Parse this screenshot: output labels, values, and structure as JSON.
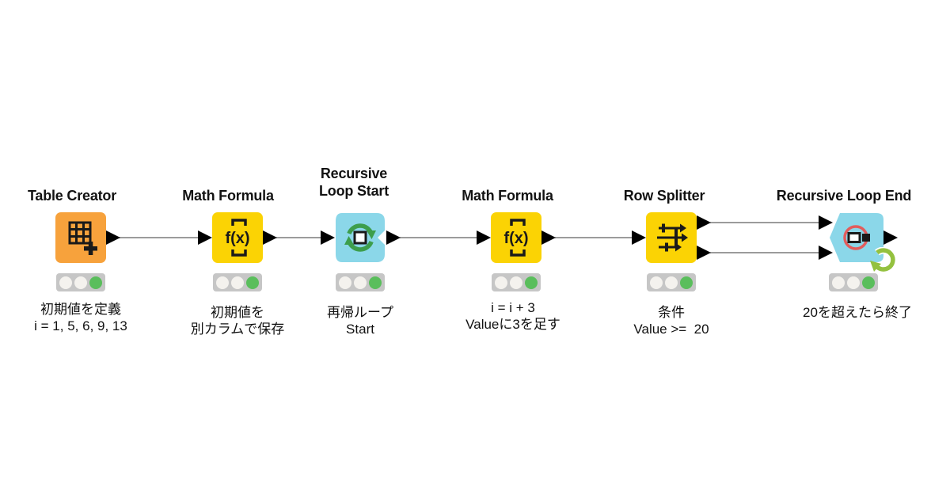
{
  "workflow": {
    "colors": {
      "background": "#ffffff",
      "node_orange": "#F7A23C",
      "node_yellow": "#FBD304",
      "node_cyan": "#8BD7E9",
      "icon_black": "#1A1A1A",
      "port": "#000000",
      "wire": "#9B9B9B",
      "traffic_bar": "#C6C6C6",
      "light_off": "#F4F2EE",
      "light_on": "#5ABE5C",
      "loop_icon_green": "#3D9E4C",
      "loop_end_ring_red": "#E25C5C",
      "loopback_arrow_green": "#94C13F"
    },
    "nodes": [
      {
        "title": "Table Creator",
        "icon": "table-plus-icon",
        "annotation": "初期値を定義\ni = 1, 5, 6, 9, 13",
        "status": [
          "off",
          "off",
          "on"
        ]
      },
      {
        "title": "Math Formula",
        "icon": "fx-icon",
        "annotation": "初期値を\n別カラムで保存",
        "status": [
          "off",
          "off",
          "on"
        ]
      },
      {
        "title": "Recursive\nLoop Start",
        "icon": "recursive-loop-start-icon",
        "annotation": "再帰ループ\nStart",
        "status": [
          "off",
          "off",
          "on"
        ]
      },
      {
        "title": "Math Formula",
        "icon": "fx-icon",
        "annotation": "i = i + 3\nValueに3を足す",
        "status": [
          "off",
          "off",
          "on"
        ]
      },
      {
        "title": "Row Splitter",
        "icon": "row-splitter-icon",
        "annotation": "条件\nValue >=  20",
        "status": [
          "off",
          "off",
          "on"
        ]
      },
      {
        "title": "Recursive Loop End",
        "icon": "recursive-loop-end-icon",
        "annotation": "20を超えたら終了",
        "status": [
          "off",
          "off",
          "on"
        ]
      }
    ]
  }
}
